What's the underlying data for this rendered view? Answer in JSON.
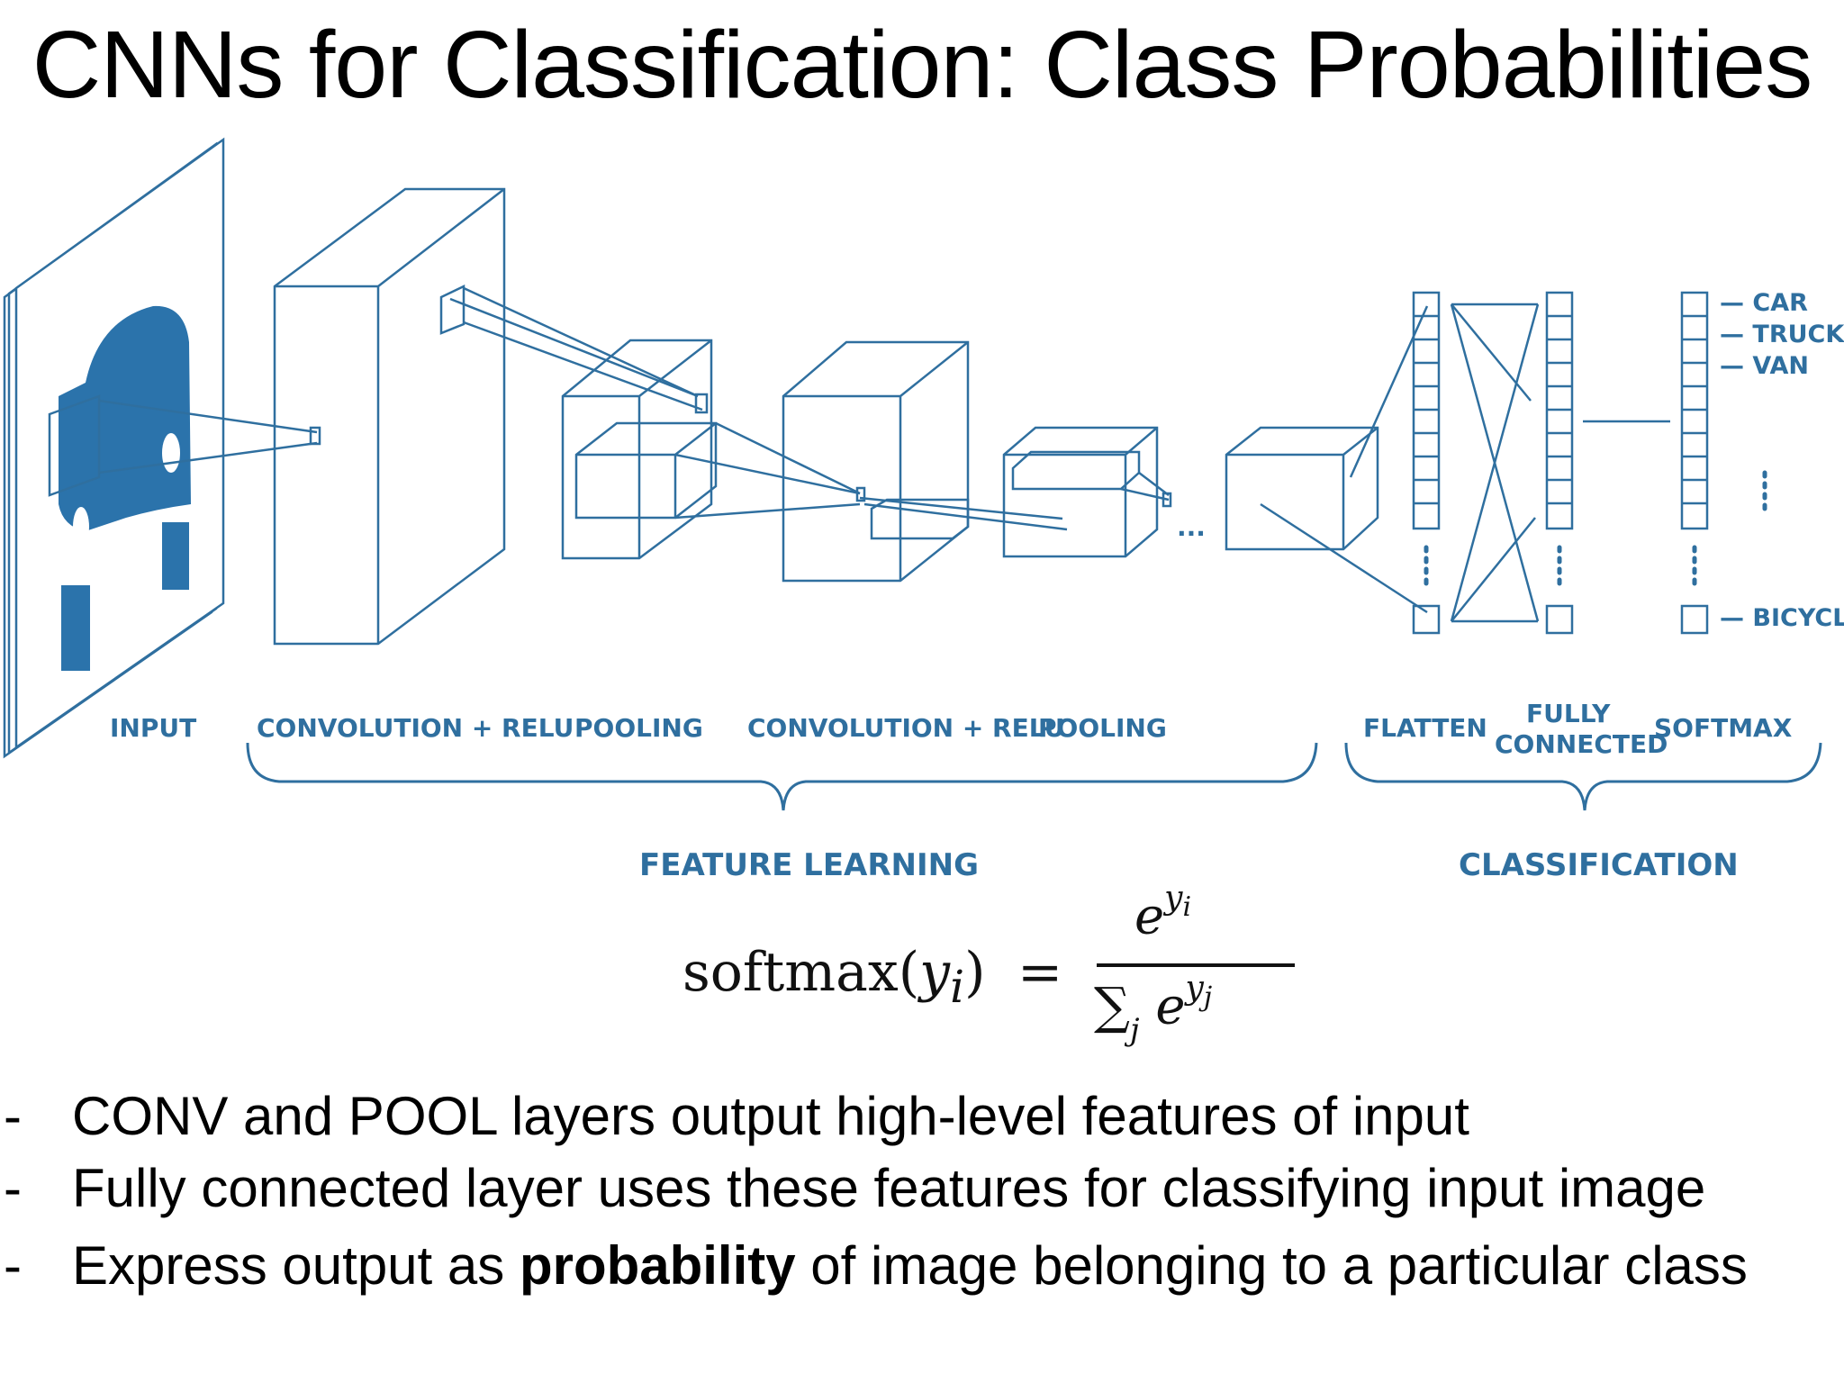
{
  "title": "CNNs for Classification: Class Probabilities",
  "diagram": {
    "stage_labels": [
      "INPUT",
      "CONVOLUTION + RELU",
      "POOLING",
      "CONVOLUTION + RELU",
      "POOLING",
      "FLATTEN",
      "FULLY",
      "CONNECTED",
      "SOFTMAX"
    ],
    "group_labels": [
      "FEATURE LEARNING",
      "CLASSIFICATION"
    ],
    "classes": [
      "— CAR",
      "— TRUCK",
      "— VAN",
      "— BICYCLE"
    ],
    "ellipsis": "...",
    "colors": {
      "accent": "#2f6f9f",
      "car_fill": "#2b73ab"
    }
  },
  "formula": {
    "lhs_fn": "softmax(",
    "lhs_var": "y",
    "lhs_sub": "i",
    "lhs_close": ")",
    "equals": "=",
    "num_base": "e",
    "num_exp": "y",
    "num_exp_sub": "i",
    "den_sum": "∑",
    "den_sub": "j",
    "den_base": "e",
    "den_exp": "y",
    "den_exp_sub": "j"
  },
  "bullets": {
    "dash": "-",
    "b1": "CONV and POOL layers output high-level features of  input",
    "b2": "Fully connected layer uses these features for classifying input  image",
    "b3_pre": "Express output as ",
    "b3_bold": "probability",
    "b3_post": " of image belonging to a particular  class"
  }
}
